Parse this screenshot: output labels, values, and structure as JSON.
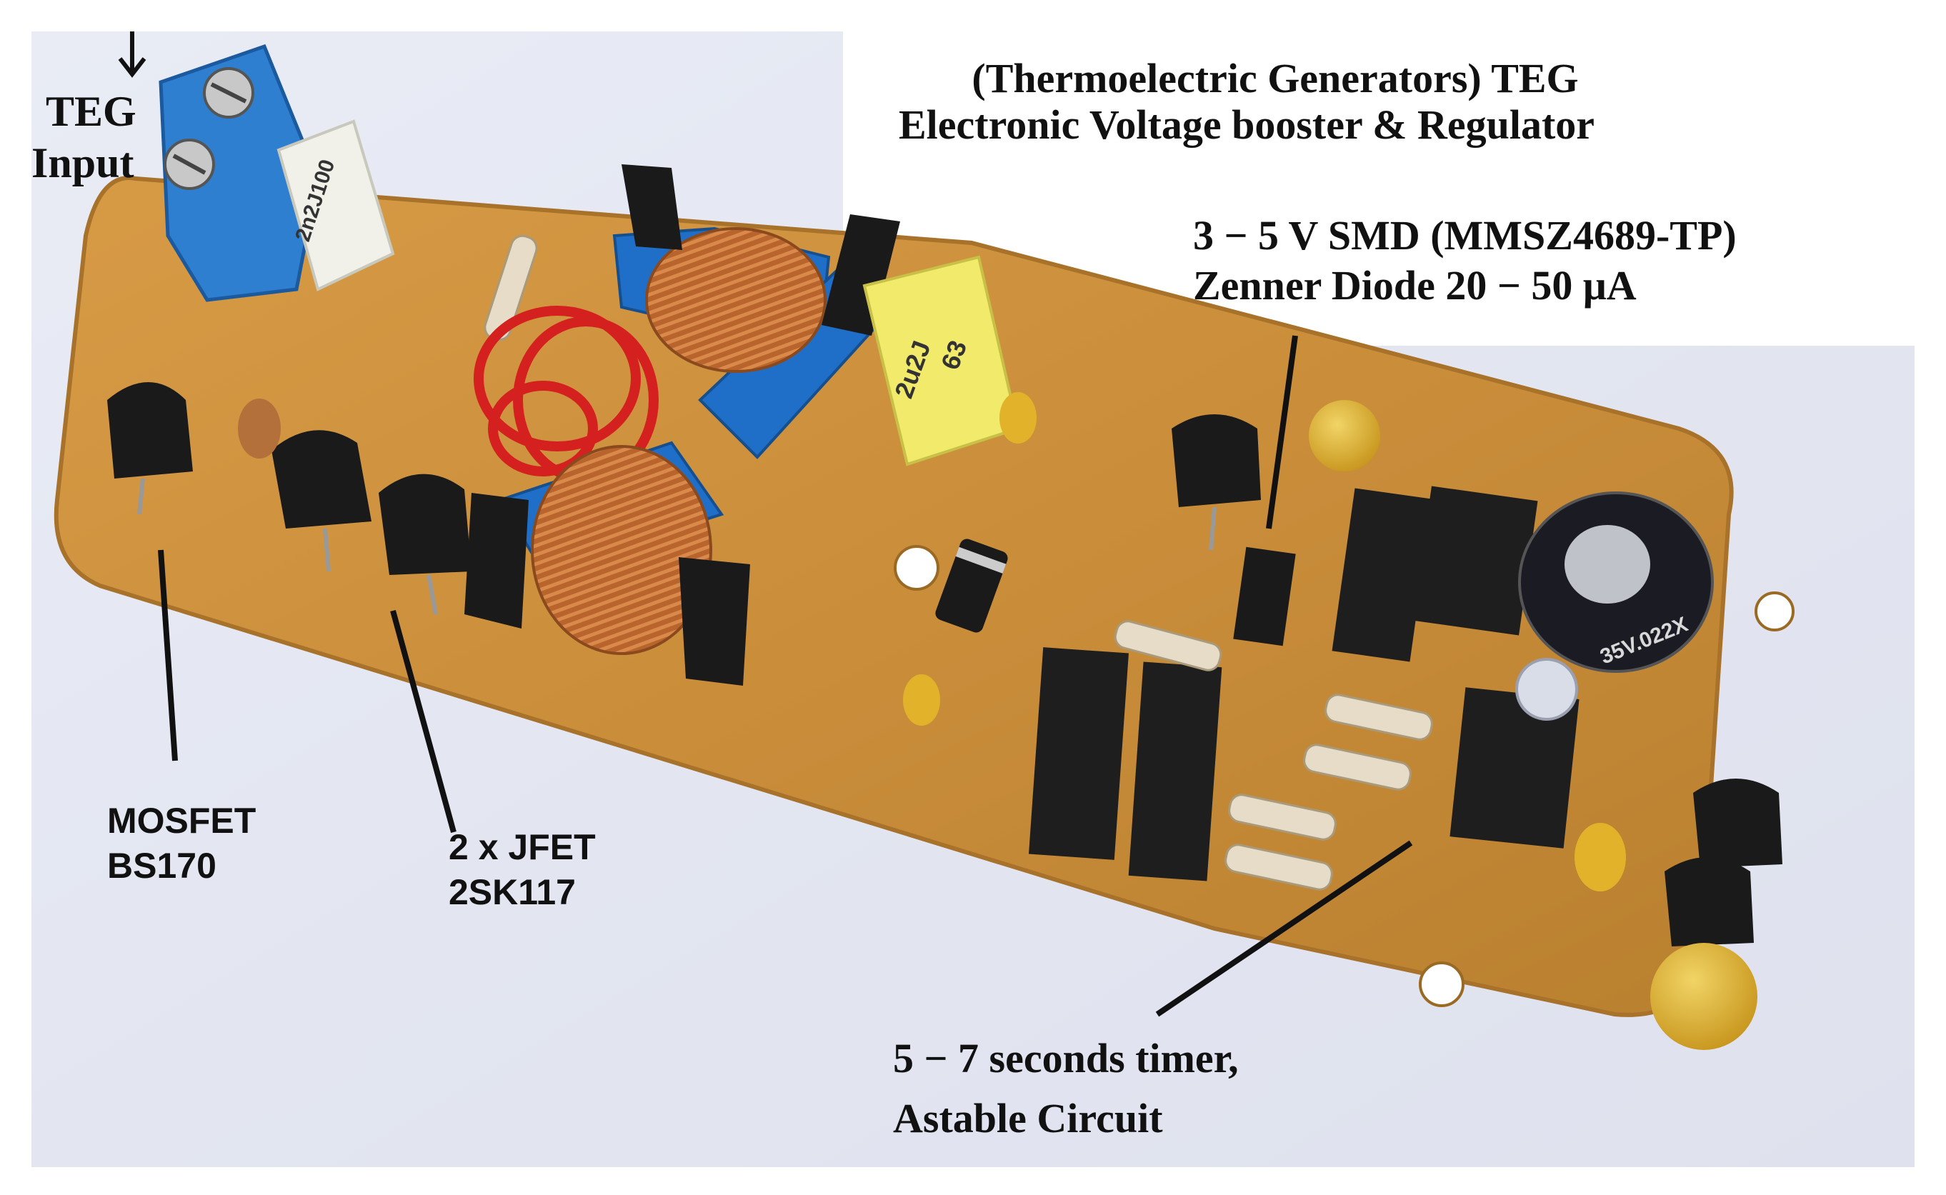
{
  "title": {
    "line1": "(Thermoelectric Generators) TEG",
    "line2": "Electronic Voltage booster & Regulator"
  },
  "labels": {
    "teg_input": {
      "line1": "TEG",
      "line2": "Input"
    },
    "zener": {
      "line1": "3 − 5 V SMD (MMSZ4689-TP)",
      "line2": "Zenner Diode 20 − 50 μA"
    },
    "mosfet": {
      "line1": "MOSFET",
      "line2": "BS170"
    },
    "jfet": {
      "line1": "2 x JFET",
      "line2": "2SK117"
    },
    "timer": {
      "line1": "5 − 7 seconds timer,",
      "line2": "Astable Circuit"
    }
  },
  "component_markings": {
    "film_cap_small": "2n2J100",
    "film_cap_yellow_line1": "2u2J",
    "film_cap_yellow_line2": "63",
    "electrolytic_cap": "35V.022X"
  },
  "colors": {
    "pcb": "#c98d3a",
    "pcb_edge": "#a8722a",
    "terminal_block": "#2f7fd0",
    "copper_coil": "#b8642c",
    "bobbin": "#1f6fc8",
    "red_wire": "#d52020",
    "transistor": "#1a1a1a",
    "ceramic_cap": "#e2b22a",
    "label_text": "#111111"
  }
}
